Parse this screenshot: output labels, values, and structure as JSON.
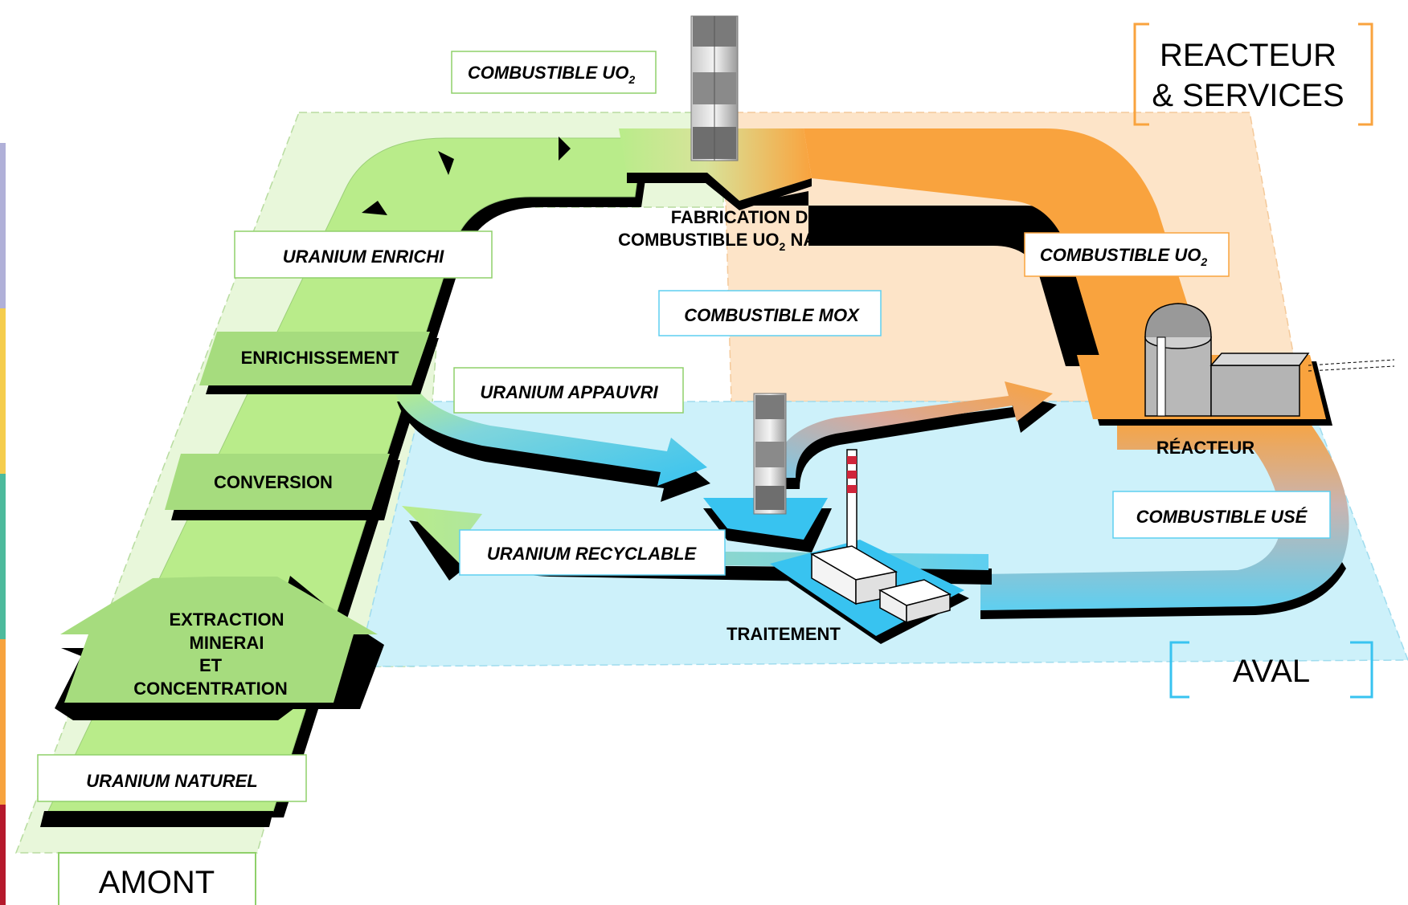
{
  "zones": {
    "amont": "AMONT",
    "aval": "AVAL",
    "reacteur_line1": "REACTEUR",
    "reacteur_line2": "& SERVICES"
  },
  "stages": {
    "extraction": [
      "EXTRACTION",
      "MINERAI",
      "ET",
      "CONCENTRATION"
    ],
    "conversion": "CONVERSION",
    "enrichissement": "ENRICHISSEMENT",
    "fabrication_line1": "FABRICATION DU",
    "fabrication_line2_a": "COMBUSTIBLE UO",
    "fabrication_line2_sub": "2",
    "fabrication_line2_b": " NATUREL",
    "reacteur": "RÉACTEUR",
    "traitement": "TRAITEMENT"
  },
  "labels": {
    "combustible_uo2_top": "COMBUSTIBLE UO",
    "combustible_uo2_top_sub": "2",
    "uranium_enrichi": "URANIUM ENRICHI",
    "combustible_uo2_right": "COMBUSTIBLE UO",
    "combustible_uo2_right_sub": "2",
    "combustible_mox": "COMBUSTIBLE MOX",
    "uranium_appauvri": "URANIUM APPAUVRI",
    "combustible_use": "COMBUSTIBLE  USÉ",
    "uranium_recyclable": "URANIUM  RECYCLABLE",
    "uranium_naturel": "URANIUM NATUREL"
  },
  "colors": {
    "amont_green": "#b9ec8a",
    "stage_green": "#a6dc7e",
    "reactor_orange": "#f9a33e",
    "aval_blue": "#5ecff0",
    "zone_orange_bg": "#fde4c8",
    "zone_blue_bg": "#cdf1fa",
    "zone_green_bg": "#e8f7da",
    "left_bars": [
      "#b0b0d8",
      "#f5cd4d",
      "#4cba9c",
      "#f7a33e",
      "#b5192c"
    ]
  }
}
